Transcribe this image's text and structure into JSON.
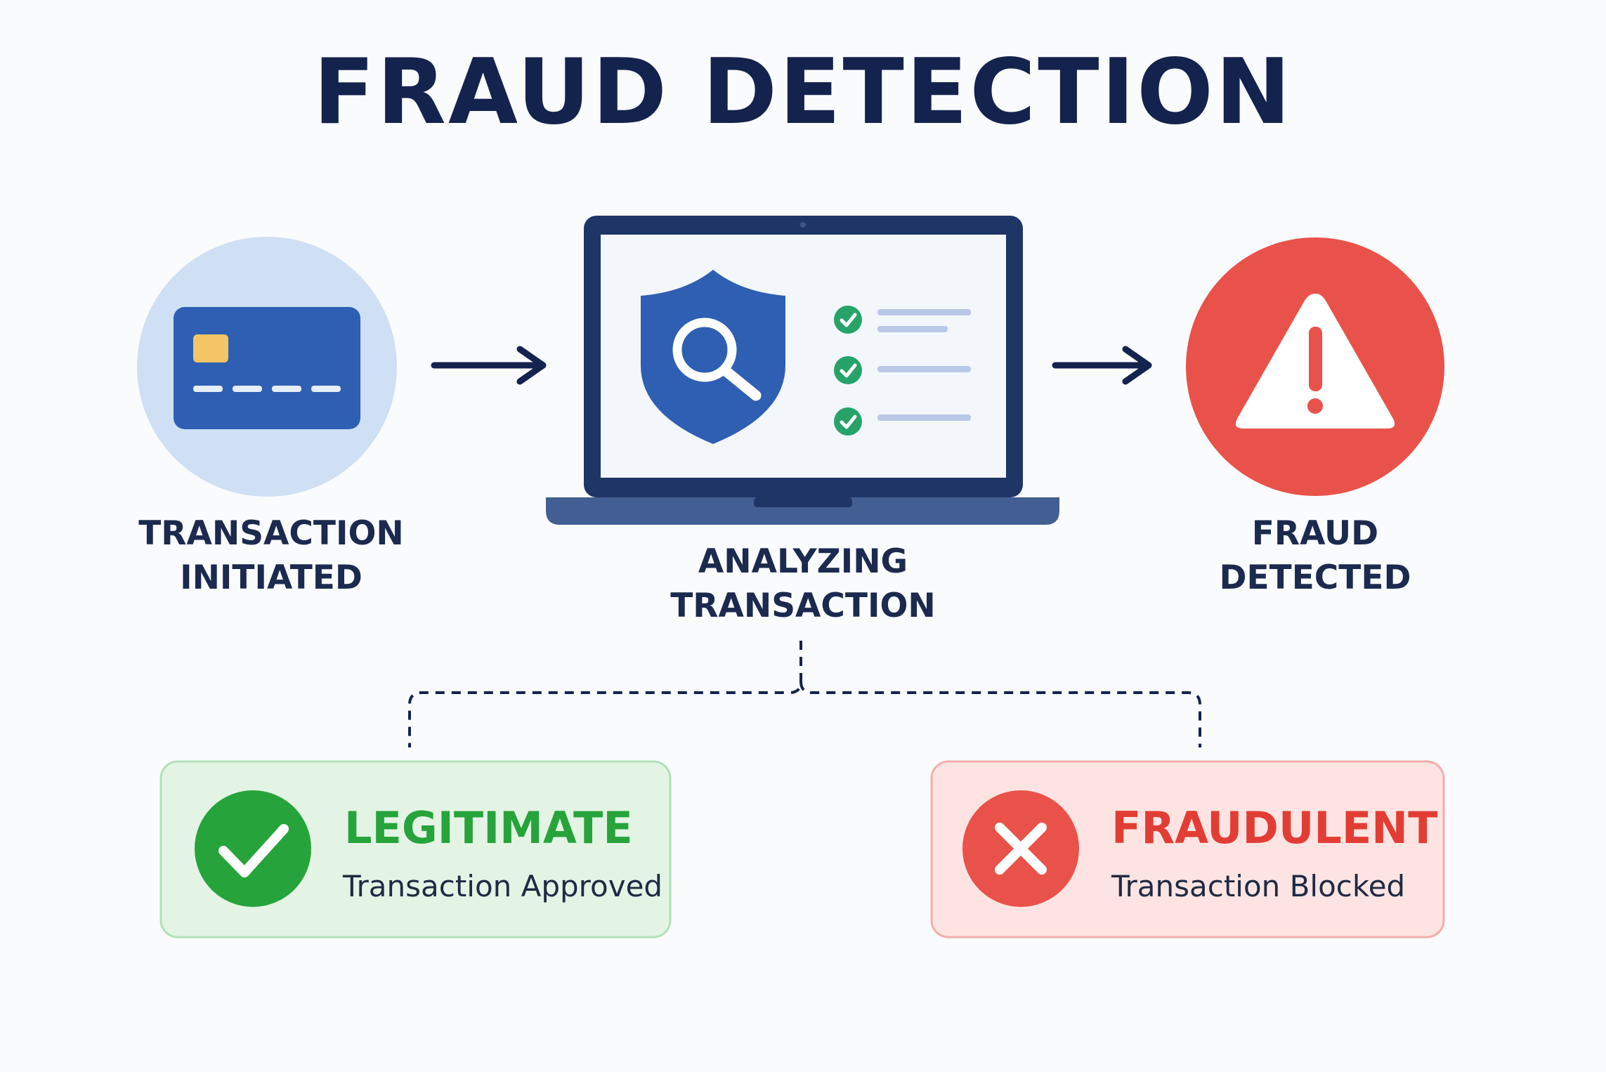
{
  "title": "FRAUD DETECTION",
  "steps": [
    {
      "line1": "TRANSACTION",
      "line2": "INITIATED",
      "icon": "credit-card-icon"
    },
    {
      "line1": "ANALYZING",
      "line2": "TRANSACTION",
      "icon": "laptop-shield-search-icon"
    },
    {
      "line1": "FRAUD",
      "line2": "DETECTED",
      "icon": "warning-triangle-icon"
    }
  ],
  "outcomes": {
    "legitimate": {
      "title": "LEGITIMATE",
      "subtitle": "Transaction Approved",
      "icon": "check-icon"
    },
    "fraudulent": {
      "title": "FRAUDULENT",
      "subtitle": "Transaction Blocked",
      "icon": "x-icon"
    }
  },
  "colors": {
    "navy": "#14234d",
    "blue": "#2f5fb3",
    "light_blue": "#cfe0f4",
    "red": "#e9524a",
    "green": "#27a33b",
    "green_bg": "#e3f4e5",
    "red_bg": "#fde4e2"
  }
}
